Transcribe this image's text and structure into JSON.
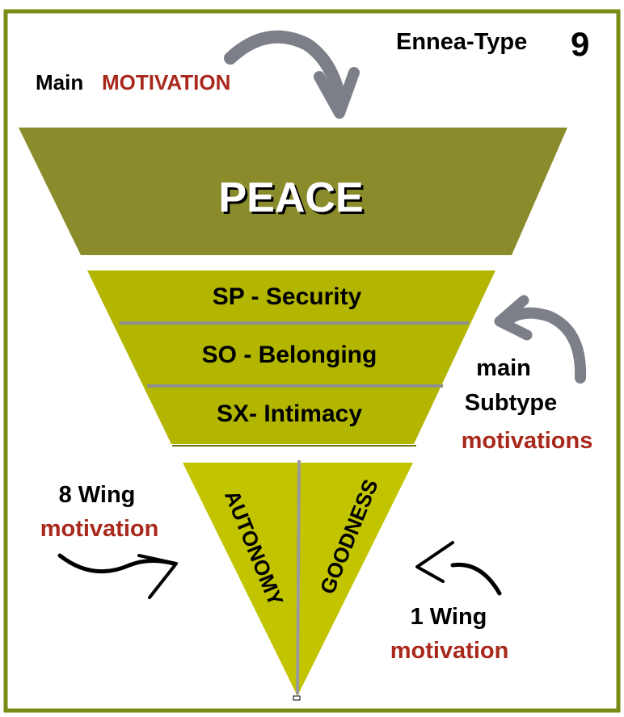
{
  "title": {
    "label": "Ennea-Type",
    "number": "9"
  },
  "main_motivation": {
    "prefix": "Main",
    "highlight": "MOTIVATION"
  },
  "core": {
    "label": "PEACE"
  },
  "subtypes": [
    {
      "label": "SP - Security"
    },
    {
      "label": "SO - Belonging"
    },
    {
      "label": "SX- Intimacy"
    }
  ],
  "subtype_caption": {
    "line1": "main",
    "line2": "Subtype",
    "line3": "motivations"
  },
  "wings": {
    "left": {
      "label": "AUTONOMY",
      "caption_line1": "8 Wing",
      "caption_line2": "motivation"
    },
    "right": {
      "label": "GOODNESS",
      "caption_line1": "1 Wing",
      "caption_line2": "motivation"
    }
  },
  "colors": {
    "border": "#7a8a14",
    "core": "#8a8b2b",
    "subtypes": "#b3b600",
    "wings": "#c2c400",
    "accent_text": "#a8291c",
    "divider": "#8f8f8f"
  }
}
